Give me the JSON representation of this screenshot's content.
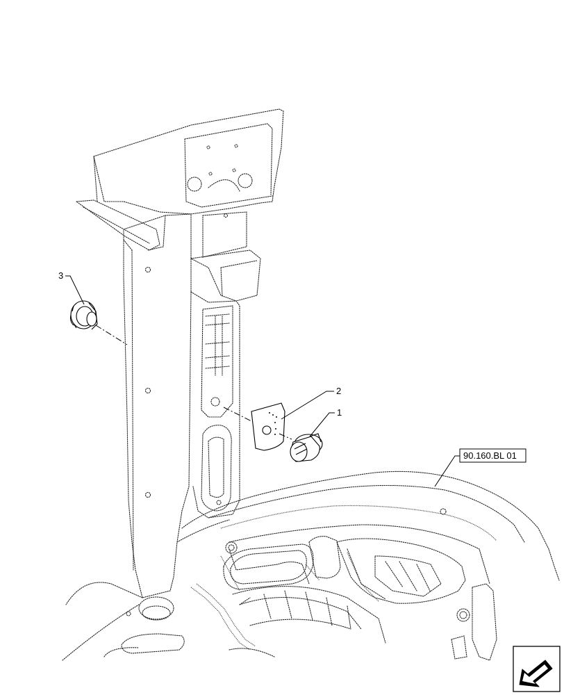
{
  "callouts": [
    {
      "id": "1",
      "label": "1"
    },
    {
      "id": "2",
      "label": "2"
    },
    {
      "id": "3",
      "label": "3"
    }
  ],
  "reference": {
    "label": "90.160.BL 01"
  },
  "nav": {
    "icon": "back-arrow-icon"
  }
}
